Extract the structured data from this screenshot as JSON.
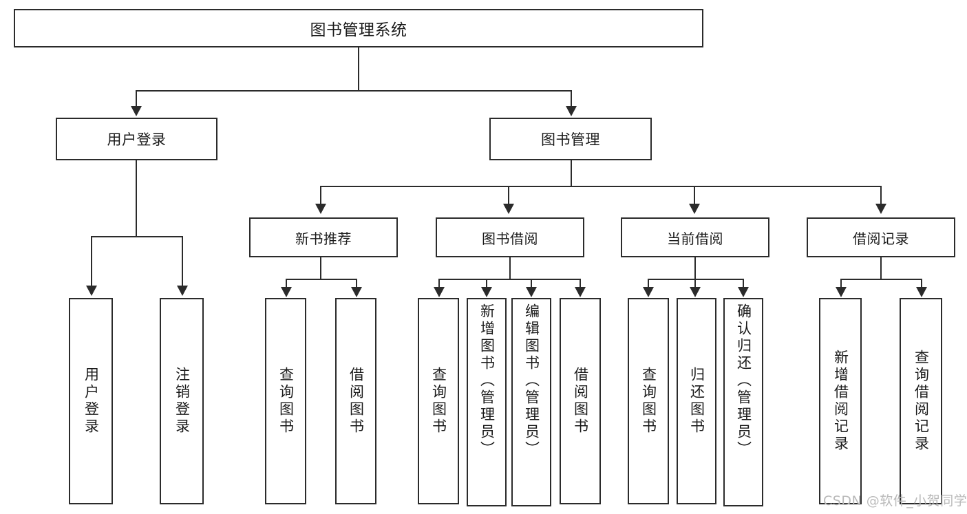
{
  "diagram": {
    "type": "tree-hierarchy",
    "title": "图书管理系统",
    "orientation": "top-down",
    "colors": {
      "stroke": "#2b2b2b",
      "fill": "#ffffff",
      "text": "#1a1a1a",
      "watermark": "#b9b9b9"
    },
    "root": {
      "label": "图书管理系统"
    },
    "level2": [
      {
        "id": "user-login",
        "label": "用户登录"
      },
      {
        "id": "book-manage",
        "label": "图书管理"
      }
    ],
    "level3": [
      {
        "id": "new-book-recommend",
        "label": "新书推荐",
        "parent": "book-manage"
      },
      {
        "id": "book-borrow",
        "label": "图书借阅",
        "parent": "book-manage"
      },
      {
        "id": "current-borrow",
        "label": "当前借阅",
        "parent": "book-manage"
      },
      {
        "id": "borrow-record",
        "label": "借阅记录",
        "parent": "book-manage"
      }
    ],
    "leaves": [
      {
        "id": "leaf-user-login",
        "label": "用户登录",
        "parent": "user-login"
      },
      {
        "id": "leaf-logout",
        "label": "注销登录",
        "parent": "user-login"
      },
      {
        "id": "leaf-query-book-1",
        "label": "查询图书",
        "parent": "new-book-recommend"
      },
      {
        "id": "leaf-borrow-book-1",
        "label": "借阅图书",
        "parent": "new-book-recommend"
      },
      {
        "id": "leaf-query-book-2",
        "label": "查询图书",
        "parent": "book-borrow"
      },
      {
        "id": "leaf-add-book",
        "label": "新增图书（管理员）",
        "parent": "book-borrow"
      },
      {
        "id": "leaf-edit-book",
        "label": "编辑图书（管理员）",
        "parent": "book-borrow"
      },
      {
        "id": "leaf-borrow-book-2",
        "label": "借阅图书",
        "parent": "book-borrow"
      },
      {
        "id": "leaf-query-book-3",
        "label": "查询图书",
        "parent": "current-borrow"
      },
      {
        "id": "leaf-return-book",
        "label": "归还图书",
        "parent": "current-borrow"
      },
      {
        "id": "leaf-confirm-return",
        "label": "确认归还（管理员）",
        "parent": "current-borrow"
      },
      {
        "id": "leaf-add-record",
        "label": "新增借阅记录",
        "parent": "borrow-record"
      },
      {
        "id": "leaf-query-record",
        "label": "查询借阅记录",
        "parent": "borrow-record"
      }
    ]
  },
  "watermark": {
    "text": "CSDN @软件_小贺同学"
  }
}
